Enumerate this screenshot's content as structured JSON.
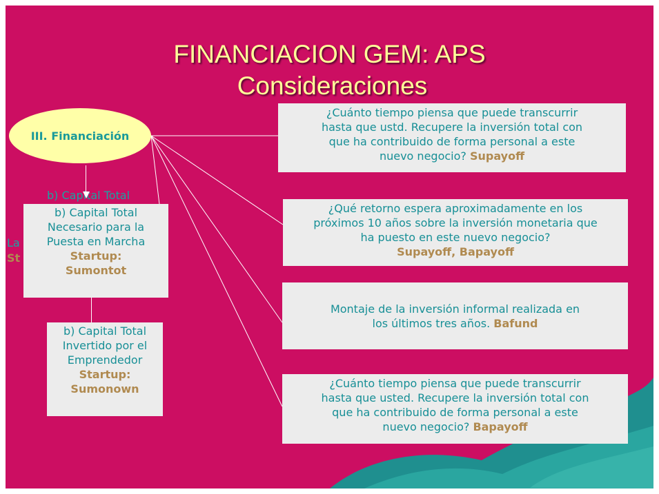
{
  "title_line1": "FINANCIACION GEM: APS",
  "title_line2": "Consideraciones",
  "main_node": "III. Financiación",
  "ghost_text": {
    "line1": "La",
    "line2": "St",
    "line3": "b) Capital Total"
  },
  "left_boxes": [
    {
      "lines": [
        "b) Capital Total",
        "Necesario para la",
        "Puesta en Marcha"
      ],
      "code": "Startup:",
      "code2": "Sumontot"
    },
    {
      "lines": [
        "b) Capital Total",
        "Invertido por el",
        "Emprendedor"
      ],
      "code": "Startup:",
      "code2": "Sumonown"
    }
  ],
  "right_boxes": [
    {
      "lines": [
        "¿Cuánto tiempo piensa que puede transcurrir",
        "hasta que ustd. Recupere la inversión total con",
        "que ha contribuido de forma personal a este",
        "nuevo negocio?"
      ],
      "code": "Supayoff"
    },
    {
      "lines": [
        "¿Qué retorno espera aproximadamente en los",
        "próximos 10 años sobre la inversión monetaria que",
        "ha puesto en este nuevo negocio?"
      ],
      "code": "Supayoff, Bapayoff"
    },
    {
      "lines": [
        "Montaje de la inversión informal realizada en",
        "los últimos tres años."
      ],
      "code": "Bafund"
    },
    {
      "lines": [
        "¿Cuánto tiempo piensa que puede transcurrir",
        "hasta que usted. Recupere la inversión total con",
        "que ha contribuido de forma personal a este",
        "nuevo negocio?"
      ],
      "code": "Bapayoff"
    }
  ],
  "colors": {
    "background": "#cc0e62",
    "title": "#ffff99",
    "box_text": "#178f96",
    "code_text": "#b08a50",
    "ellipse": "#ffffa8"
  }
}
